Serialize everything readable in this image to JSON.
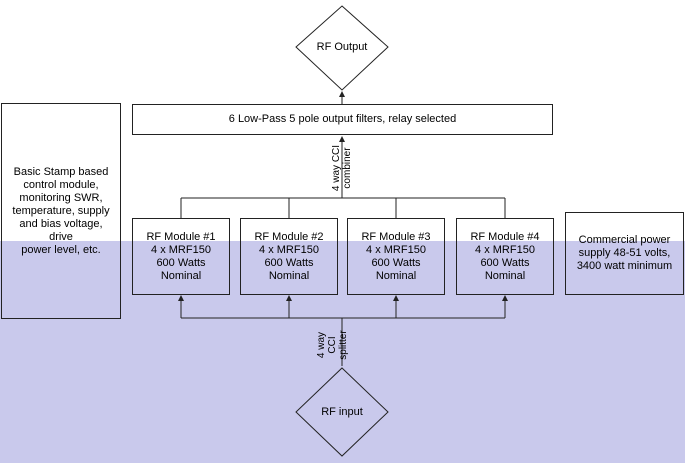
{
  "rf_output": {
    "label": "RF Output"
  },
  "filters": {
    "label": "6 Low-Pass 5 pole output filters, relay selected"
  },
  "combiner": {
    "line1": "4 way CCI",
    "line2": "combiner"
  },
  "splitter": {
    "line1": "4 way",
    "line2": "CCI",
    "line3": "splitter"
  },
  "control_module": {
    "lines": [
      "Basic Stamp based",
      "control module,",
      "monitoring SWR,",
      "temperature, supply",
      "and bias voltage, drive",
      "power level, etc."
    ]
  },
  "power_supply": {
    "lines": [
      "Commercial power",
      "supply 48-51 volts,",
      "3400 watt minimum"
    ]
  },
  "modules": [
    {
      "title": "RF Module #1",
      "transistors": "4 x MRF150",
      "power": "600 Watts",
      "rating": "Nominal"
    },
    {
      "title": "RF Module #2",
      "transistors": "4 x MRF150",
      "power": "600 Watts",
      "rating": "Nominal"
    },
    {
      "title": "RF Module #3",
      "transistors": "4 x MRF150",
      "power": "600 Watts",
      "rating": "Nominal"
    },
    {
      "title": "RF Module #4",
      "transistors": "4 x MRF150",
      "power": "600 Watts",
      "rating": "Nominal"
    }
  ],
  "rf_input": {
    "label": "RF input"
  },
  "colors": {
    "band": "#c9c9ec",
    "line": "#222222"
  }
}
